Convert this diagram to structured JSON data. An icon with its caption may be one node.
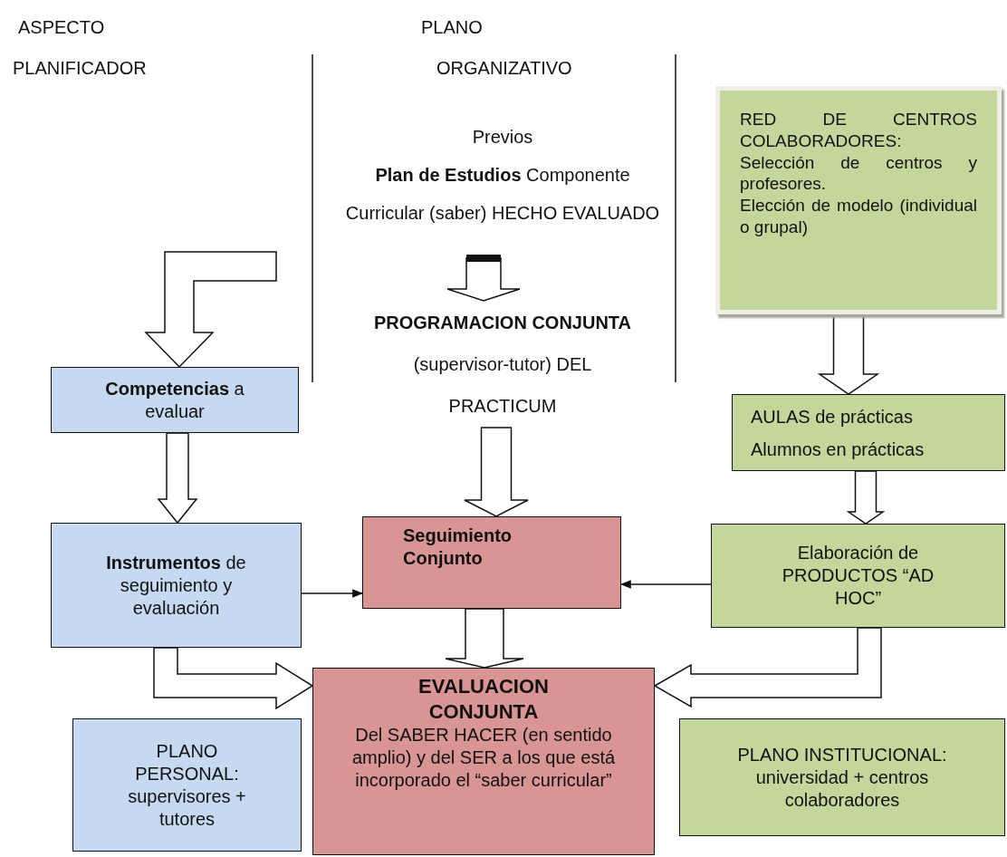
{
  "diagram": {
    "nodes": [
      {
        "text": [
          "Previos",
          "**Plan de Estudios** Componente Curricular (saber) HECHO EVALUADO"
        ]
      },
      {
        "text": [
          "**PROGRAMACION CONJUNTA** (supervisor-tutor) DEL PRACTICUM"
        ]
      },
      {
        "text": [
          "**Competencias** a evaluar"
        ]
      },
      {
        "text": [
          "**Instrumentos** de seguimiento y evaluación"
        ]
      },
      {
        "text": [
          "PLANO PERSONAL: supervisores + tutores"
        ]
      },
      {
        "text": [
          "Seguimiento Conjunto"
        ]
      },
      {
        "text": [
          "EVALUACION CONJUNTA",
          "Del SABER HACER (en sentido amplio) y del SER a los que está incorporado el “saber curricular”"
        ]
      },
      {
        "text": [
          "RED DE CENTROS COLABORADORES: Selección de centros y profesores.",
          "Elección de modelo (individual o grupal)"
        ]
      },
      {
        "text": [
          "AULAS de prácticas",
          "Alumnos en prácticas"
        ]
      },
      {
        "text": [
          "Elaboración de PRODUCTOS “AD HOC”"
        ]
      },
      {
        "text": [
          "PLANO INSTITUCIONAL: universidad + centros colaboradores"
        ]
      }
    ],
    "edges": [
      {
        "from": null,
        "to": 2,
        "arrow": "to"
      },
      {
        "from": 0,
        "to": 1,
        "arrow": "to"
      },
      {
        "from": 7,
        "to": 8,
        "arrow": "to"
      },
      {
        "from": 1,
        "to": 5,
        "arrow": "to"
      },
      {
        "from": 2,
        "to": 3,
        "arrow": "to"
      },
      {
        "from": 8,
        "to": 9,
        "arrow": "to"
      },
      {
        "from": 3,
        "to": 5,
        "arrow": "to"
      },
      {
        "from": 9,
        "to": 5,
        "arrow": "to"
      },
      {
        "from": 5,
        "to": 6,
        "arrow": "to"
      },
      {
        "from": 3,
        "to": 6,
        "arrow": "to"
      },
      {
        "from": 9,
        "to": 6,
        "arrow": "to"
      }
    ],
    "labels": [
      "ASPECTO PLANIFICADOR",
      "PLANO ORGANIZATIVO"
    ]
  }
}
